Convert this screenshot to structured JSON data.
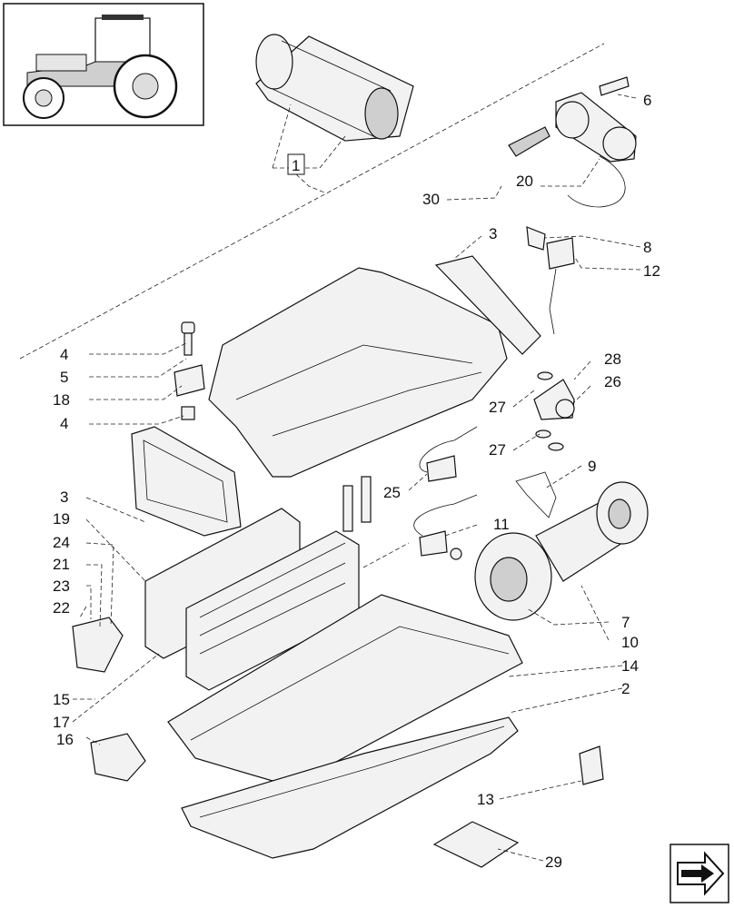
{
  "diagram": {
    "callouts": {
      "c1": "1",
      "c2": "2",
      "c3a": "3",
      "c3b": "3",
      "c4a": "4",
      "c4b": "4",
      "c5": "5",
      "c6": "6",
      "c7": "7",
      "c8": "8",
      "c9": "9",
      "c10": "10",
      "c11": "11",
      "c12": "12",
      "c13": "13",
      "c14": "14",
      "c15": "15",
      "c16": "16",
      "c17": "17",
      "c18": "18",
      "c19": "19",
      "c20": "20",
      "c21": "21",
      "c22": "22",
      "c23": "23",
      "c24": "24",
      "c25": "25",
      "c26": "26",
      "c27a": "27",
      "c27b": "27",
      "c28": "28",
      "c29": "29",
      "c30": "30"
    }
  },
  "icons": {
    "tractor": "tractor-thumbnail-icon",
    "navigation": "next-page-arrow-icon"
  }
}
